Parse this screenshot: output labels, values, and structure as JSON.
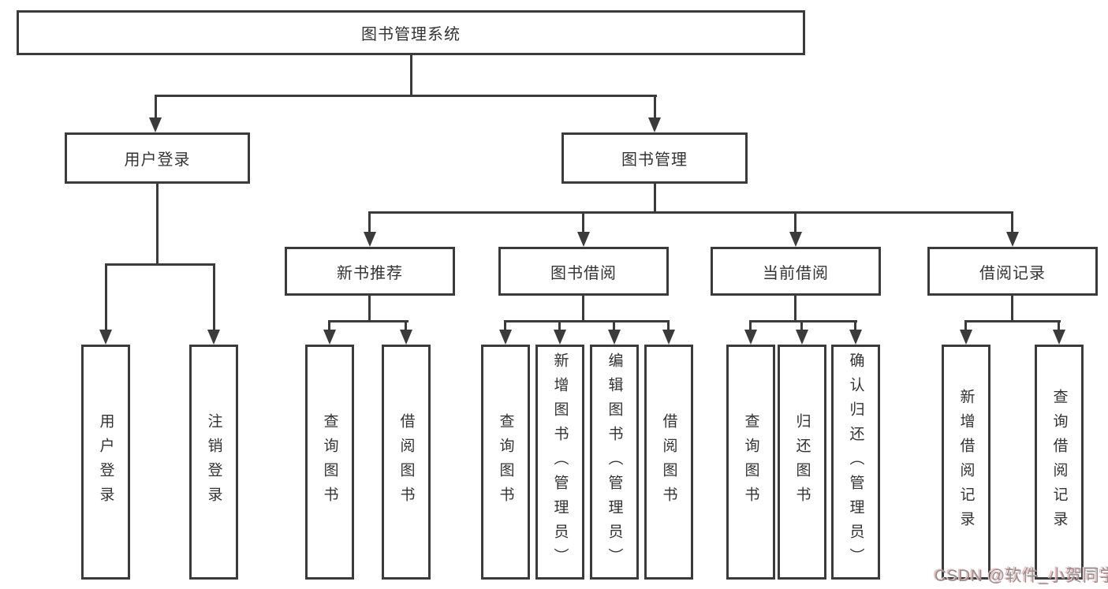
{
  "tree": {
    "root": {
      "label": "图书管理系统"
    },
    "branches": [
      {
        "label": "用户登录",
        "children": [
          {
            "label": "用户登录"
          },
          {
            "label": "注销登录"
          }
        ]
      },
      {
        "label": "图书管理",
        "children": [
          {
            "label": "新书推荐",
            "children": [
              {
                "label": "查询图书"
              },
              {
                "label": "借阅图书"
              }
            ]
          },
          {
            "label": "图书借阅",
            "children": [
              {
                "label": "查询图书"
              },
              {
                "label": "新增图书（管理员）"
              },
              {
                "label": "编辑图书（管理员）"
              },
              {
                "label": "借阅图书"
              }
            ]
          },
          {
            "label": "当前借阅",
            "children": [
              {
                "label": "查询图书"
              },
              {
                "label": "归还图书"
              },
              {
                "label": "确认归还（管理员）"
              }
            ]
          },
          {
            "label": "借阅记录",
            "children": [
              {
                "label": "新增借阅记录"
              },
              {
                "label": "查询借阅记录"
              }
            ]
          }
        ]
      }
    ]
  },
  "watermark": {
    "text": "CSDN @软件_小贺同学"
  },
  "colors": {
    "line": "#3b3b3b",
    "text": "#333333",
    "background": "#ffffff",
    "watermark_gray": "#919191",
    "watermark_pink": "#f3bcbc"
  }
}
